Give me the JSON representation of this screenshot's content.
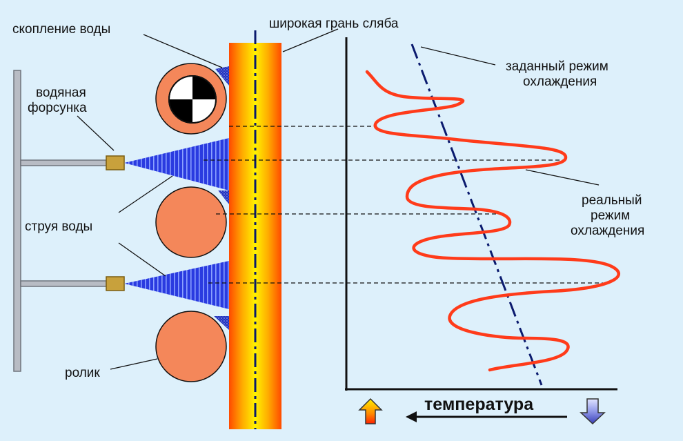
{
  "labels": {
    "water_accumulation": "скопление воды",
    "water_nozzle_line1": "водяная",
    "water_nozzle_line2": "форсунка",
    "water_jet": "струя воды",
    "roller": "ролик",
    "slab_wide_face": "широкая грань сляба",
    "target_cooling_line1": "заданный режим",
    "target_cooling_line2": "охлаждения",
    "real_cooling_line1": "реальный",
    "real_cooling_line2": "режим",
    "real_cooling_line3": "охлаждения",
    "temperature": "температура"
  },
  "colors": {
    "background": "#ddf0fb",
    "real_curve": "#ff3b1a",
    "target_line": "#0a1a6e",
    "roller": "#f4875a",
    "spray": "#2233dd",
    "nozzle": "#c8a13c"
  },
  "icons": {
    "hot_arrow": "arrow-up-hot",
    "cold_arrow": "arrow-down-cold",
    "direction_arrow": "arrow-left"
  }
}
